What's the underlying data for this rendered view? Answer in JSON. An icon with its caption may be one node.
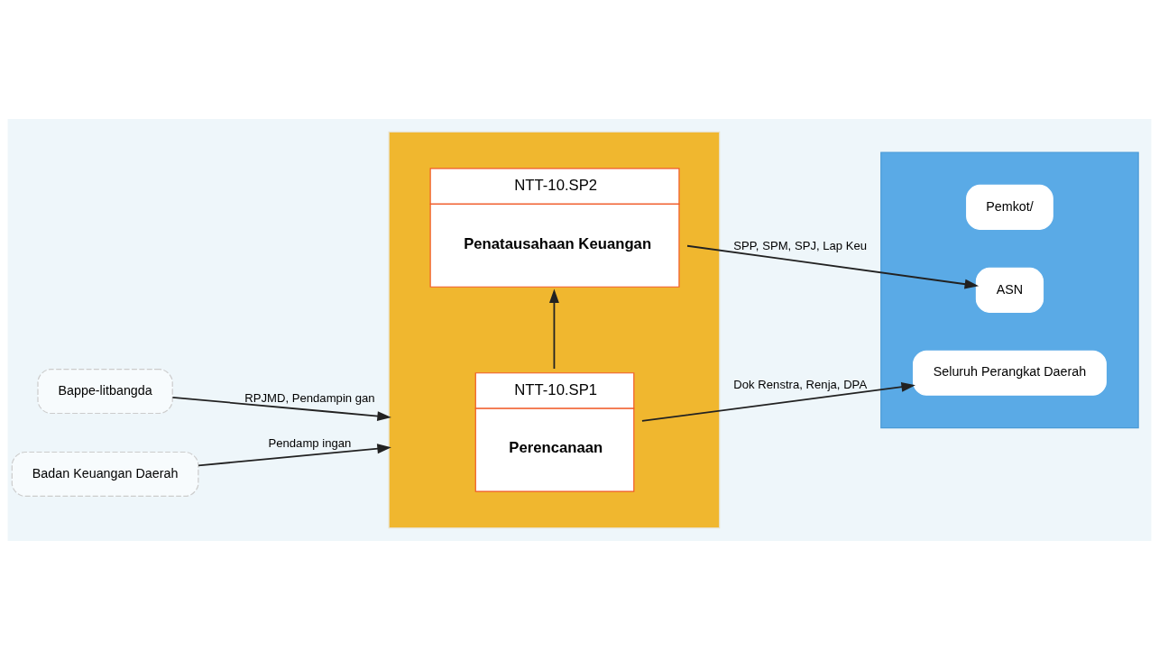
{
  "diagram": {
    "nodes": [
      {
        "text": [
          "Bappe-litbangda"
        ]
      },
      {
        "text": [
          "Badan Keuangan Daerah"
        ]
      },
      {
        "text": [],
        "shape": "box"
      },
      {
        "text": [
          "NTT-10.SP1",
          "Perencanaan"
        ],
        "in": 2
      },
      {
        "text": [
          "NTT-10.SP2",
          "Penatausahaan Keuangan"
        ],
        "in": 2
      },
      {
        "text": [],
        "shape": "box"
      },
      {
        "text": [
          "Seluruh Perangkat Daerah"
        ],
        "in": 5
      },
      {
        "text": [
          "ASN"
        ],
        "in": 5
      },
      {
        "text": [
          "Pemkot/"
        ],
        "in": 5
      }
    ],
    "edges": [
      {
        "from": 0,
        "to": 2,
        "arrow": "to",
        "label": "RPJMD, Pendampin gan"
      },
      {
        "from": 1,
        "to": 2,
        "arrow": "to",
        "label": "Pendamp ingan"
      },
      {
        "from": 3,
        "to": 4,
        "arrow": "to"
      },
      {
        "from": 3,
        "to": 6,
        "arrow": "to",
        "label": "Dok Renstra, Renja, DPA"
      },
      {
        "from": 4,
        "to": 7,
        "arrow": "to",
        "label": "SPP, SPM, SPJ, Lap Keu"
      }
    ]
  }
}
